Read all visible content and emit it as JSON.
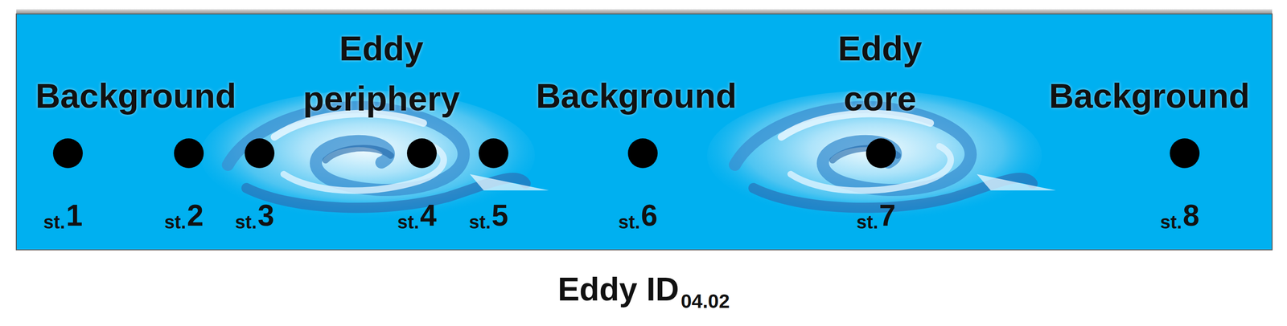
{
  "diagram": {
    "caption": "Eddy ID",
    "labels": [
      "Background",
      "Eddy",
      "periphery",
      "Background",
      "Eddy",
      "core",
      "Background",
      "st.",
      "1",
      "st.",
      "2",
      "st.",
      "3",
      "st.",
      "4",
      "st.",
      "5",
      "st.",
      "6",
      "st.",
      "7",
      "st.",
      "8",
      "04.02"
    ]
  }
}
